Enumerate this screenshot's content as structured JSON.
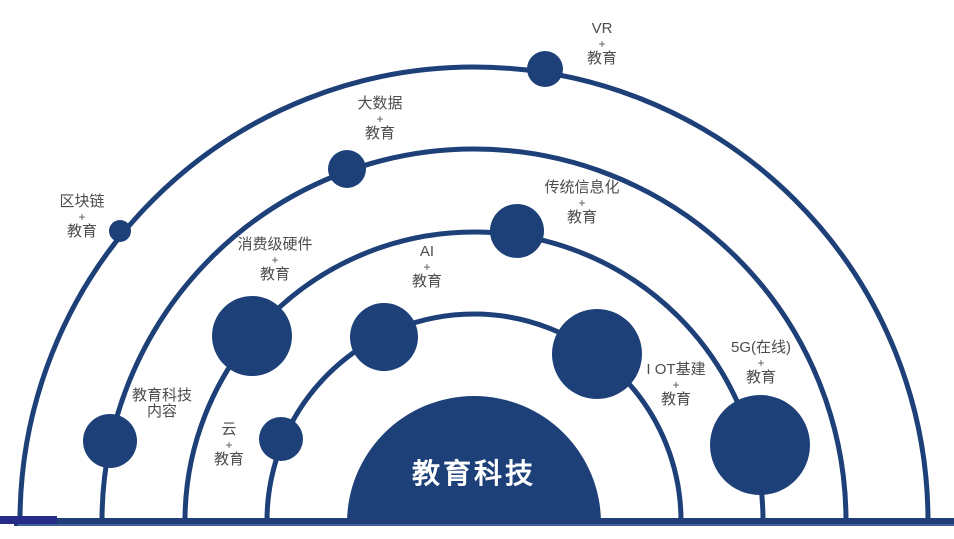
{
  "diagram": {
    "type": "orbit-semicircle-infographic",
    "center_label": "教育科技",
    "ring_count": 4
  },
  "colors": {
    "navy": "#1d4078",
    "label_text": "#4d4d4f",
    "center_text": "#ffffff",
    "baseline_bar": "#1f3e7a",
    "baseline_accent_indigo": "#252b87",
    "baseline_edge_highlight": "#4c679f",
    "background": "#ffffff"
  },
  "nodes": [
    {
      "id": "vr",
      "orbit": 4,
      "lines": [
        "VR",
        "+",
        "教育"
      ]
    },
    {
      "id": "bigdata",
      "orbit": 3,
      "lines": [
        "大数据",
        "+",
        "教育"
      ]
    },
    {
      "id": "blockchain",
      "orbit": 4,
      "lines": [
        "区块链",
        "+",
        "教育"
      ]
    },
    {
      "id": "traditional-it",
      "orbit": 2,
      "lines": [
        "传统信息化",
        "+",
        "教育"
      ]
    },
    {
      "id": "consumer-hardware",
      "orbit": 2,
      "lines": [
        "消费级硬件",
        "+",
        "教育"
      ]
    },
    {
      "id": "ai",
      "orbit": 1,
      "lines": [
        "AI",
        "+",
        "教育"
      ]
    },
    {
      "id": "edtech-content",
      "orbit": 3,
      "lines": [
        "教育科技",
        "内容"
      ]
    },
    {
      "id": "cloud",
      "orbit": 1,
      "lines": [
        "云",
        "+",
        "教育"
      ]
    },
    {
      "id": "iot",
      "orbit": 1,
      "lines": [
        "I OT基建",
        "+",
        "教育"
      ]
    },
    {
      "id": "5g",
      "orbit": 2,
      "lines": [
        "5G(在线)",
        "+",
        "教育"
      ]
    }
  ]
}
